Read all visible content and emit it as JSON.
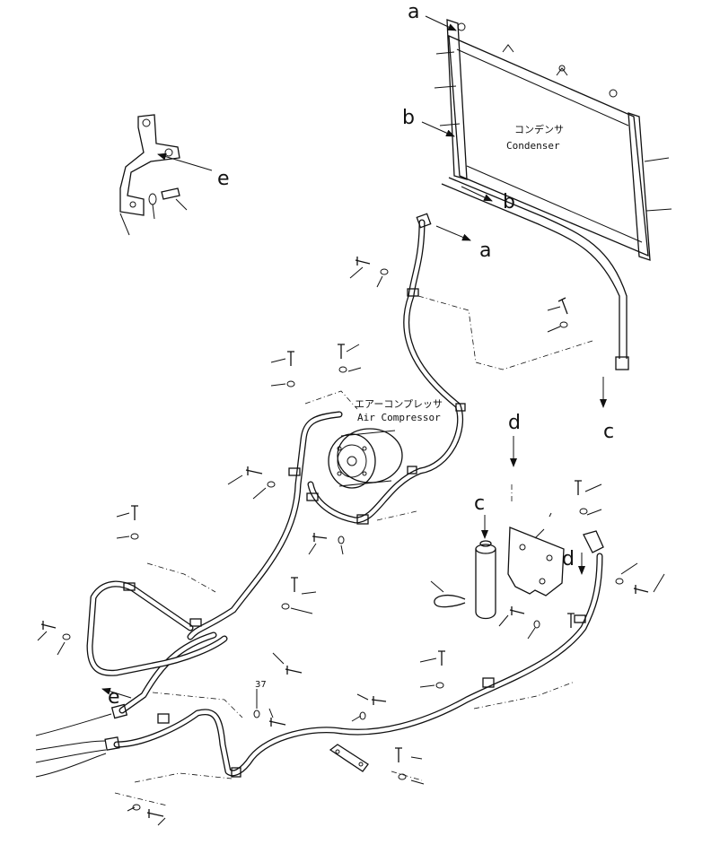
{
  "labels": {
    "condenser_jp": "コンデンサ",
    "condenser_en": "Condenser",
    "compressor_jp": "エアーコンプレッサ",
    "compressor_en": "Air Compressor",
    "ref_a_top": "a",
    "ref_a_hose": "a",
    "ref_b_left": "b",
    "ref_b_pipe": "b",
    "ref_c_arrow": "c",
    "ref_c_receiver": "c",
    "ref_d_top": "d",
    "ref_d_right": "d",
    "ref_e_bracket": "e",
    "ref_e_hose": "e",
    "part_number": "37"
  }
}
